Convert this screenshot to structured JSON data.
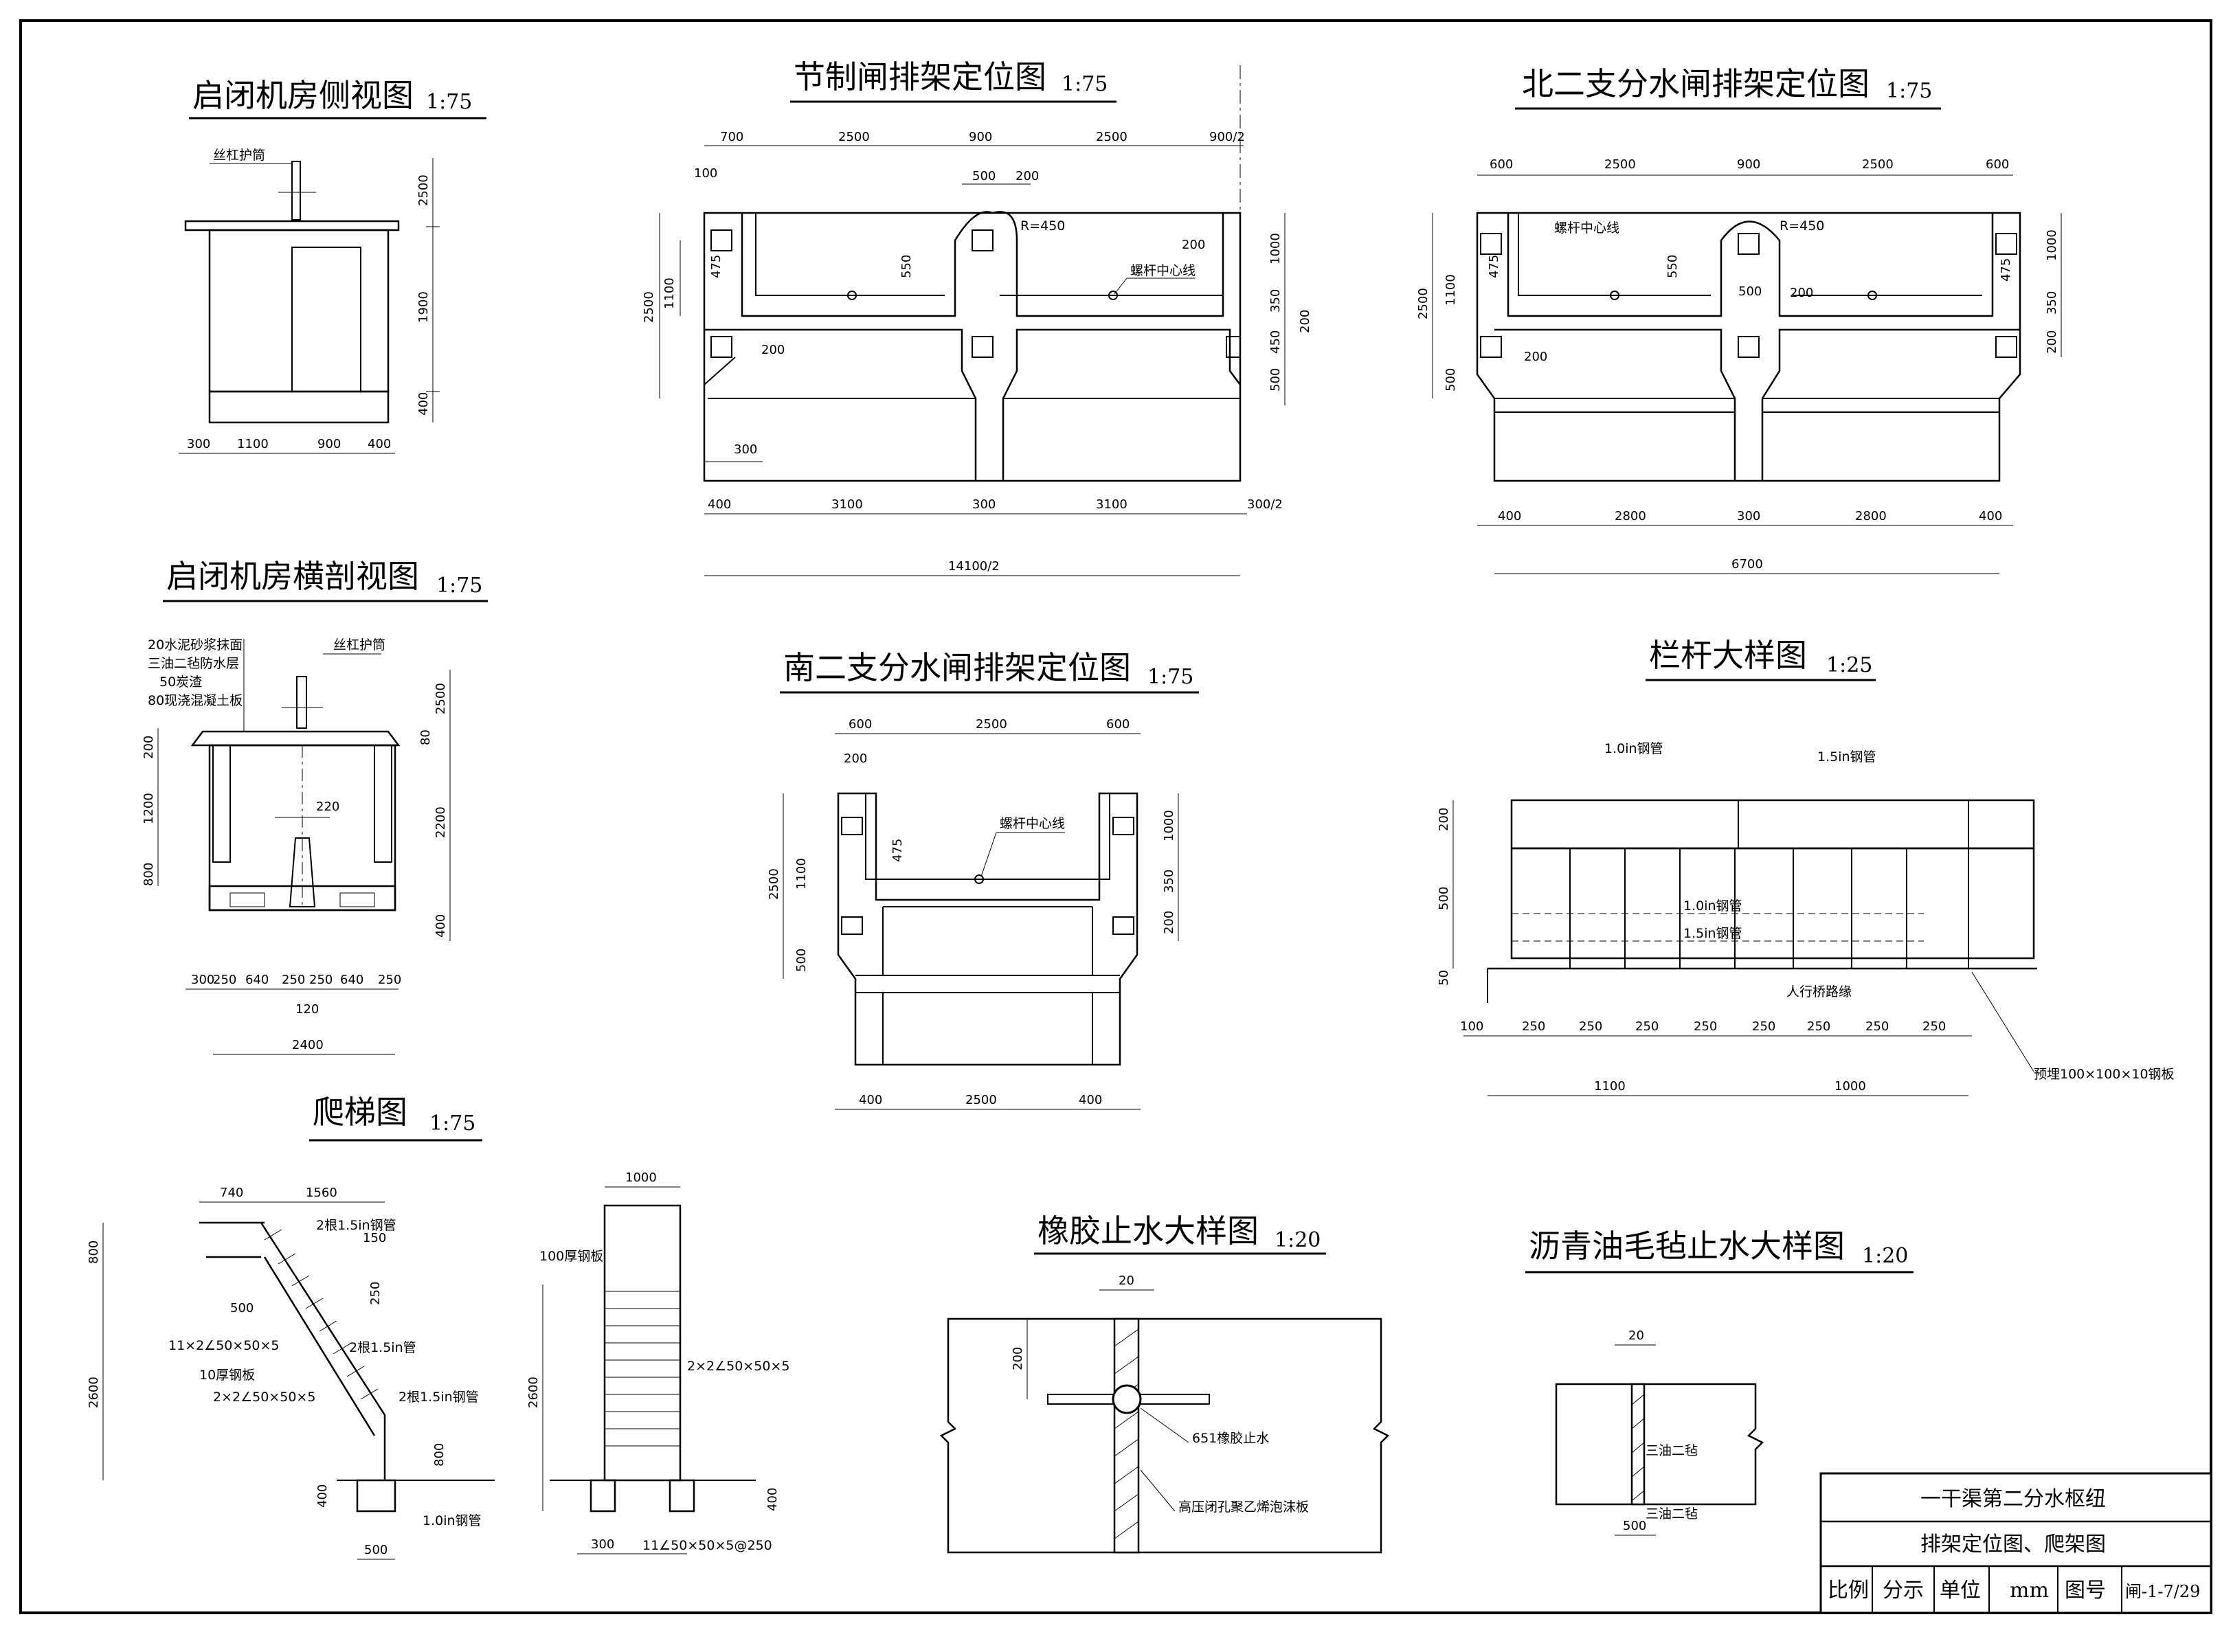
{
  "views": {
    "hoist_side": {
      "title": "启闭机房侧视图",
      "scale": "1:75",
      "label": "丝杠护筒",
      "dims": [
        "2500",
        "1900",
        "400",
        "300",
        "1100",
        "900",
        "400"
      ]
    },
    "gate_rack": {
      "title": "节制闸排架定位图",
      "scale": "1:75",
      "top_dims": [
        "700",
        "2500",
        "900",
        "2500",
        "900/2"
      ],
      "sub_dims": [
        "100",
        "500",
        "200"
      ],
      "left_dims": [
        "2500",
        "1100",
        "475",
        "550"
      ],
      "right_dims": [
        "1000",
        "350",
        "450",
        "500",
        "200",
        "200"
      ],
      "labels": [
        "R=450",
        "螺杆中心线"
      ],
      "inner_dims": [
        "200",
        "300"
      ],
      "bottom_dims": [
        "400",
        "3100",
        "300",
        "3100",
        "300/2"
      ],
      "total": "14100/2"
    },
    "north_rack": {
      "title": "北二支分水闸排架定位图",
      "scale": "1:75",
      "top_dims": [
        "600",
        "2500",
        "900",
        "2500",
        "600"
      ],
      "left_dims": [
        "2500",
        "1100",
        "475",
        "550",
        "500"
      ],
      "right_dims": [
        "1000",
        "475",
        "350",
        "200"
      ],
      "labels": [
        "螺杆中心线",
        "R=450"
      ],
      "inner_dims": [
        "500",
        "200",
        "200"
      ],
      "bottom_dims": [
        "400",
        "2800",
        "300",
        "2800",
        "400"
      ],
      "total": "6700"
    },
    "hoist_cross": {
      "title": "启闭机房横剖视图",
      "scale": "1:75",
      "notes": [
        "20水泥砂浆抹面",
        "三油二毡防水层",
        "50炭渣",
        "80现浇混凝土板"
      ],
      "label": "丝杠护筒",
      "left_dims": [
        "200",
        "1200",
        "800"
      ],
      "right_dims": [
        "2500",
        "80",
        "2200",
        "400"
      ],
      "inner": "220",
      "bottom_dims": [
        "300",
        "250",
        "640",
        "250",
        "250",
        "640",
        "250"
      ],
      "mid": "120",
      "total": "2400"
    },
    "south_rack": {
      "title": "南二支分水闸排架定位图",
      "scale": "1:75",
      "top_dims": [
        "600",
        "2500",
        "600"
      ],
      "sub": "200",
      "label": "螺杆中心线",
      "left_dims": [
        "2500",
        "1100",
        "475",
        "500"
      ],
      "right_dims": [
        "1000",
        "350",
        "200"
      ],
      "bottom_dims": [
        "400",
        "2500",
        "400"
      ]
    },
    "railing": {
      "title": "栏杆大样图",
      "scale": "1:25",
      "labels": [
        "1.0in钢管",
        "1.5in钢管",
        "1.0in钢管",
        "1.5in钢管",
        "人行桥路缘",
        "预埋100×100×10钢板"
      ],
      "left_dims": [
        "200",
        "500",
        "50"
      ],
      "bottom_dims": [
        "100",
        "250",
        "250",
        "250",
        "250",
        "250",
        "250",
        "250",
        "250"
      ],
      "totals": [
        "1100",
        "1000"
      ]
    },
    "ladder": {
      "title": "爬梯图",
      "scale": "1:75",
      "top_dims": [
        "740",
        "1560"
      ],
      "left_dims": [
        "800",
        "2600"
      ],
      "labels": [
        "2根1.5in钢管",
        "150",
        "250",
        "500",
        "11×2∠50×50×5",
        "2根1.5in管",
        "10厚钢板",
        "2×2∠50×50×5",
        "2根1.5in钢管",
        "800",
        "400",
        "1.0in钢管"
      ],
      "bottom": "500"
    },
    "ladder_front": {
      "top": "1000",
      "labels": [
        "100厚钢板",
        "2×2∠50×50×5"
      ],
      "left": "2600",
      "right": "400",
      "bottom": [
        "300",
        "11∠50×50×5@250"
      ]
    },
    "rubber_seal": {
      "title": "橡胶止水大样图",
      "scale": "1:20",
      "dims": [
        "20",
        "200"
      ],
      "labels": [
        "651橡胶止水",
        "高压闭孔聚乙烯泡沫板"
      ]
    },
    "asphalt_seal": {
      "title": "沥青油毛毡止水大样图",
      "scale": "1:20",
      "dims": [
        "20",
        "500"
      ],
      "labels": [
        "三油二毡",
        "三油二毡"
      ]
    }
  },
  "title_block": {
    "project": "一干渠第二分水枢纽",
    "drawing": "排架定位图、爬架图",
    "scale_label": "比例",
    "scale_value": "分示",
    "unit_label": "单位",
    "unit_value": "mm",
    "no_label": "图号",
    "no_value": "闸-1-7/29"
  }
}
